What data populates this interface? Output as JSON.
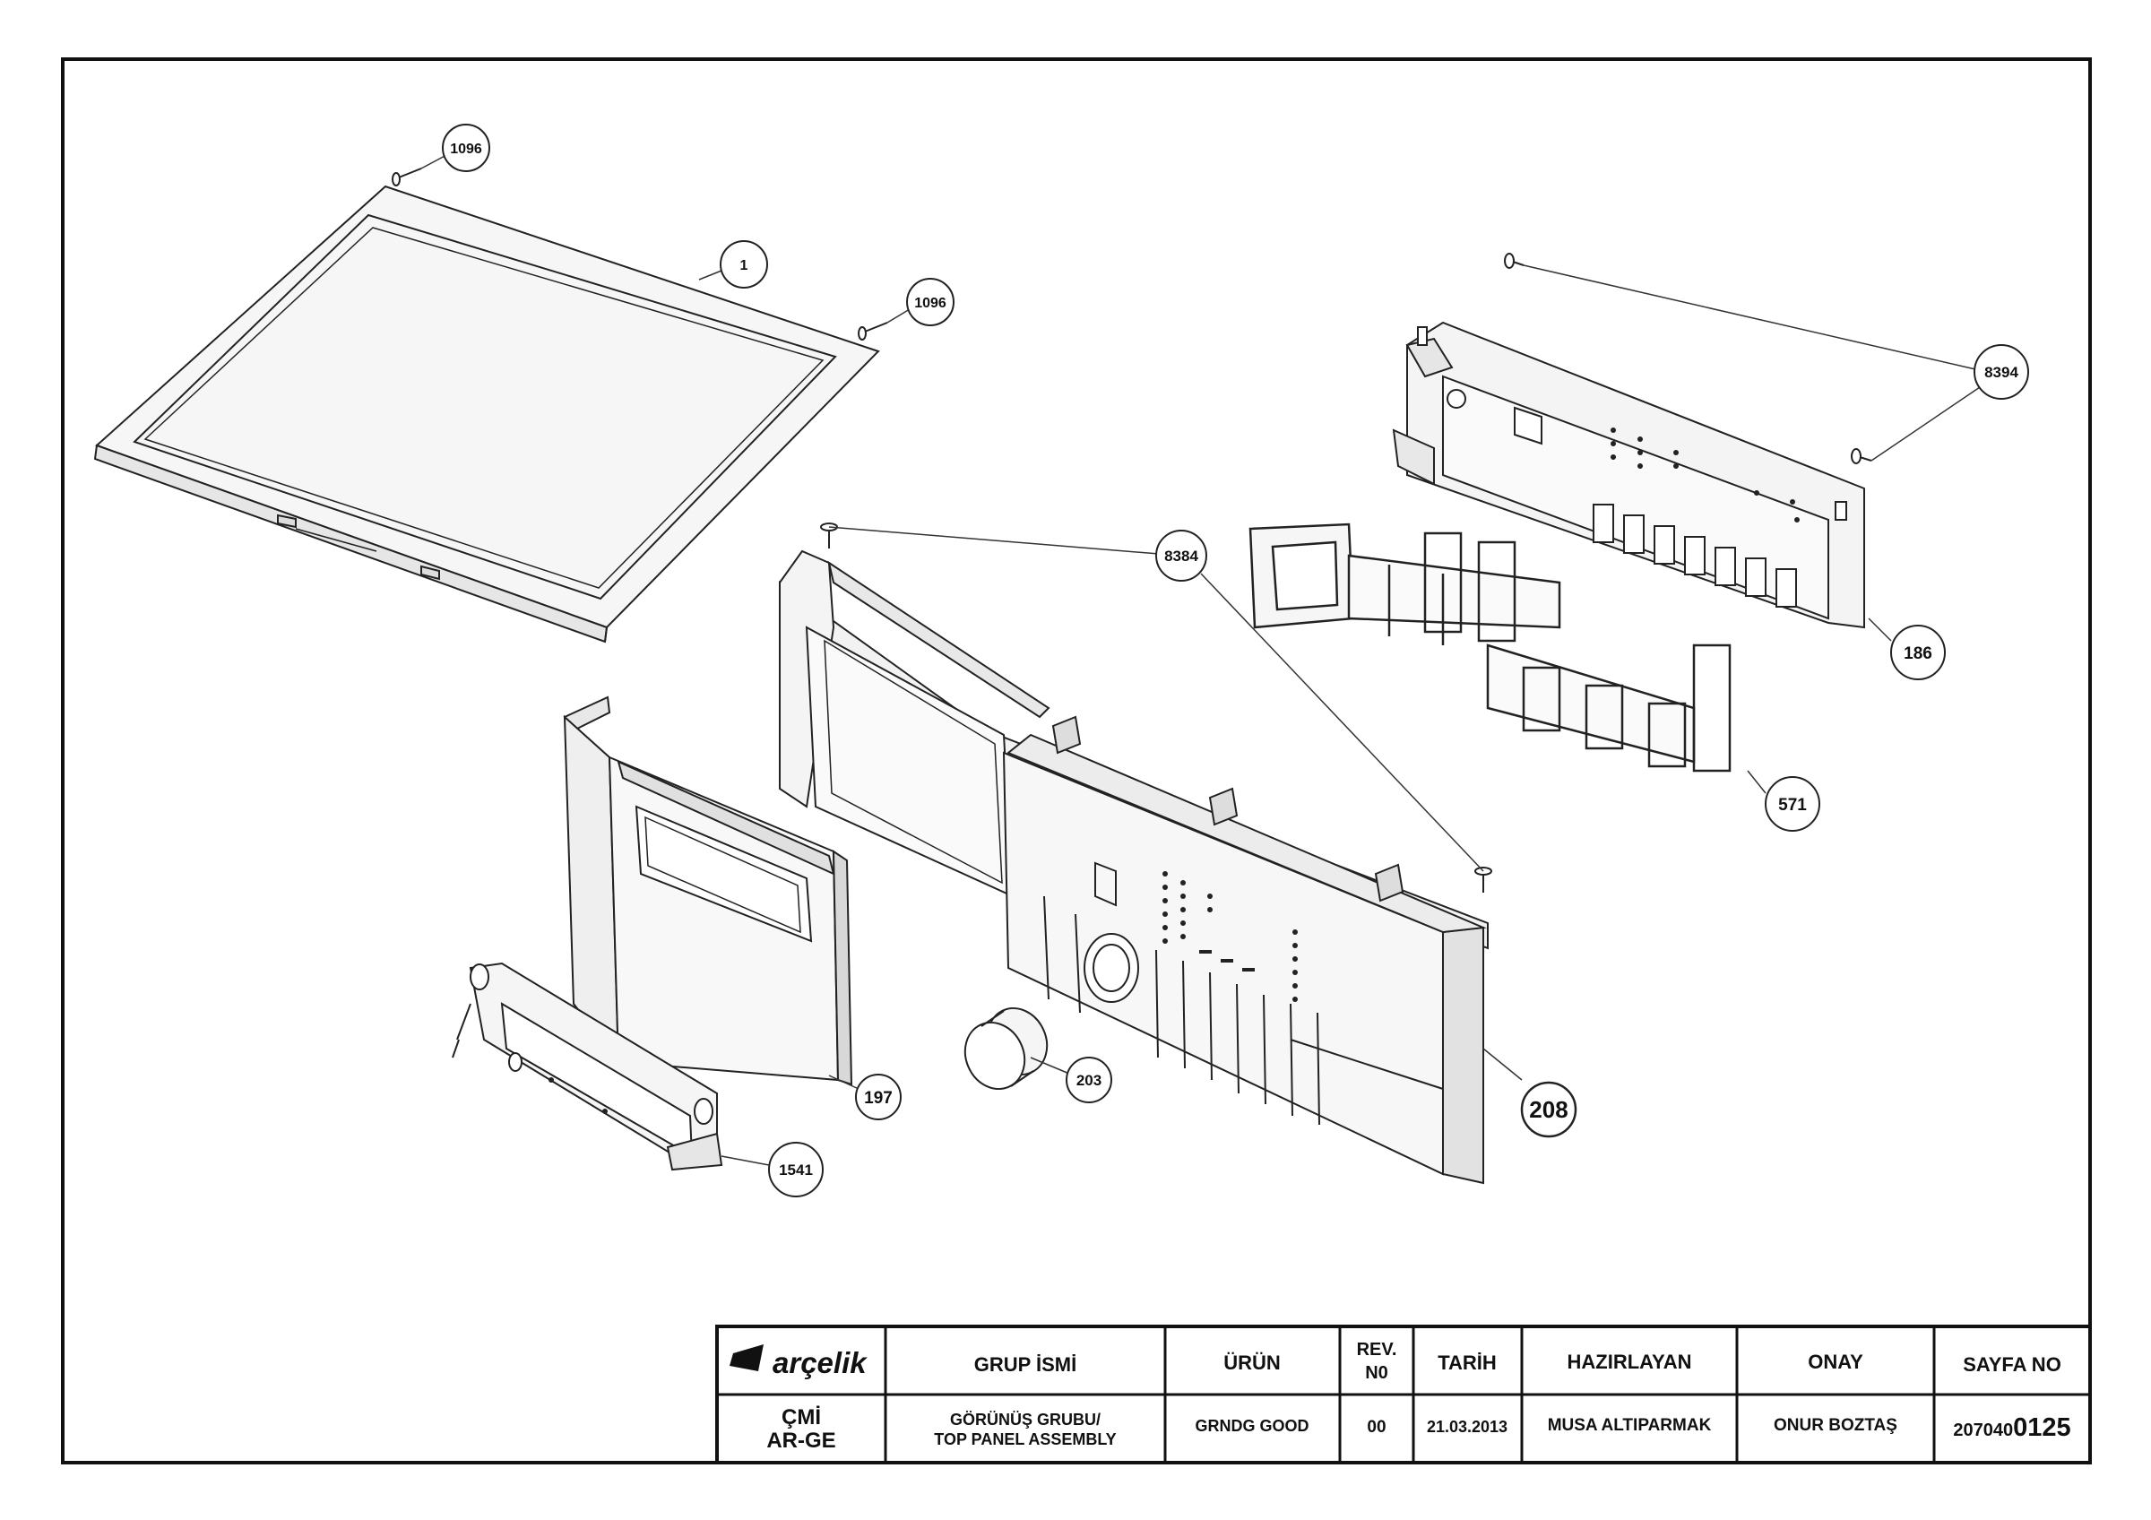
{
  "callouts": [
    {
      "id": "c1096a",
      "label": "1096"
    },
    {
      "id": "c1",
      "label": "1"
    },
    {
      "id": "c1096b",
      "label": "1096"
    },
    {
      "id": "c8394",
      "label": "8394"
    },
    {
      "id": "c8384",
      "label": "8384"
    },
    {
      "id": "c186",
      "label": "186"
    },
    {
      "id": "c571",
      "label": "571"
    },
    {
      "id": "c197",
      "label": "197"
    },
    {
      "id": "c203",
      "label": "203"
    },
    {
      "id": "c208",
      "label": "208"
    },
    {
      "id": "c1541",
      "label": "1541"
    }
  ],
  "title_block": {
    "brand": "arçelik",
    "dept_line1": "ÇMİ",
    "dept_line2": "AR-GE",
    "headers": {
      "group": "GRUP İSMİ",
      "product": "ÜRÜN",
      "rev_line1": "REV.",
      "rev_line2": "N0",
      "date": "TARİH",
      "prepared": "HAZIRLAYAN",
      "approval": "ONAY",
      "page": "SAYFA NO"
    },
    "values": {
      "group_line1": "GÖRÜNÜŞ GRUBU/",
      "group_line2": "TOP PANEL ASSEMBLY",
      "product": "GRNDG GOOD",
      "rev": "00",
      "date": "21.03.2013",
      "prepared": "MUSA ALTIPARMAK",
      "approval": "ONUR BOZTAŞ",
      "page_prefix": "207040",
      "page_suffix": "0125"
    }
  }
}
